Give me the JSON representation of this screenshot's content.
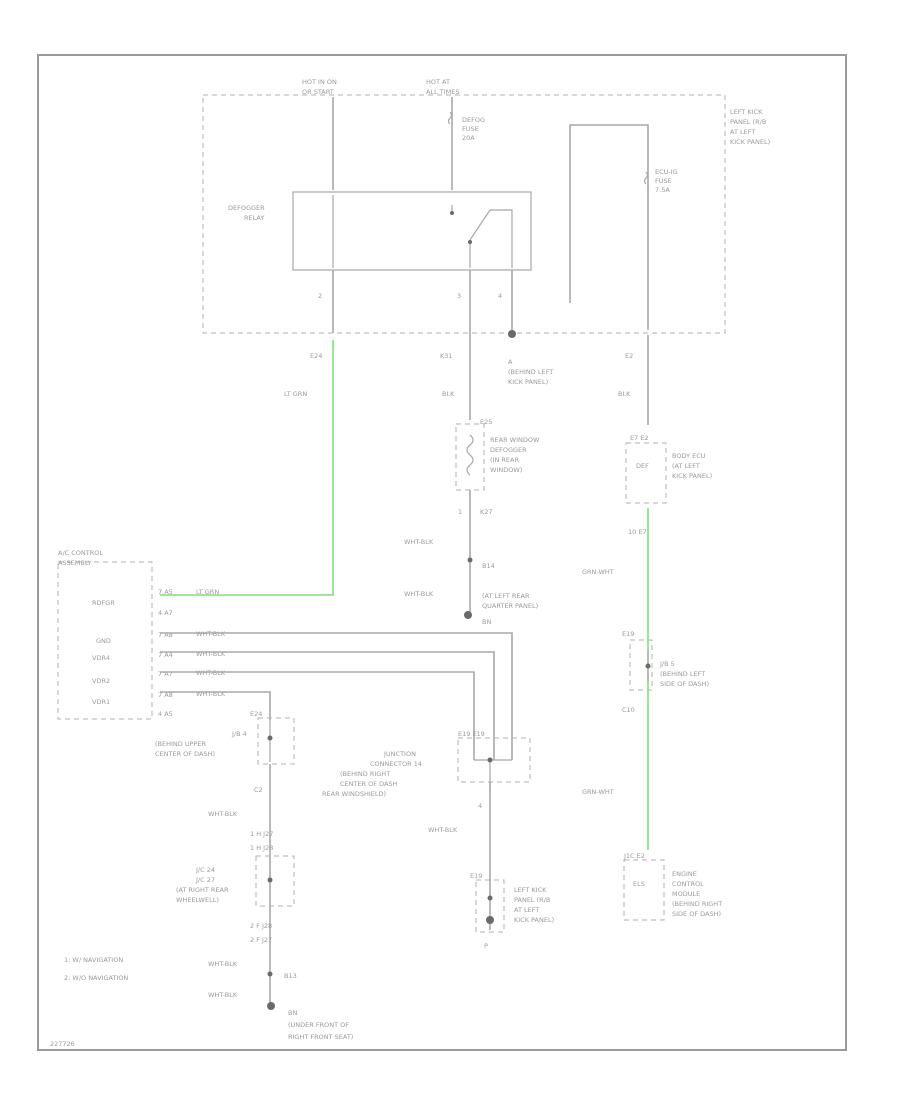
{
  "top": {
    "hot_run_start": [
      "HOT IN ON",
      "OR START"
    ],
    "hot_all_times": [
      "HOT AT",
      "ALL TIMES"
    ],
    "defog_fuse": [
      "DEFOG",
      "FUSE",
      "20A"
    ],
    "kick_panel": [
      "LEFT KICK",
      "PANEL (R/B",
      "AT LEFT",
      "KICK PANEL)"
    ],
    "ecu_fuse": [
      "ECU-IG",
      "FUSE",
      "7.5A"
    ],
    "relay": [
      "DEFOGGER",
      "RELAY"
    ],
    "pins": {
      "p2": "2",
      "p3": "3",
      "p4": "4"
    },
    "connectors": {
      "e24": "E24",
      "k31": "K31",
      "e2": "E2"
    },
    "ground_a": [
      "A",
      "(BEHIND LEFT",
      "KICK PANEL)"
    ]
  },
  "wires": {
    "lt_grn": "LT GRN",
    "blk": "BLK",
    "wht_blk": "WHT-BLK",
    "grn_wht": "GRN-WHT"
  },
  "defogger": {
    "conn": "E25",
    "label": [
      "REAR WINDOW",
      "DEFOGGER",
      "(IN REAR",
      "WINDOW)"
    ],
    "pin": "1",
    "conn2": "K27"
  },
  "body_ecu": {
    "conn": "E7  E2",
    "inner": "DEF",
    "label": [
      "BODY ECU",
      "(AT LEFT",
      "KICK PANEL)"
    ],
    "pins": "10   E7"
  },
  "ground_b14": {
    "conn": "B14",
    "label": [
      "(AT LEFT REAR",
      "QUARTER PANEL)"
    ],
    "id": "BN"
  },
  "ac": {
    "title": [
      "A/C CONTROL",
      "ASSEMBLY"
    ],
    "sigs": [
      "RDFGR",
      "GND",
      "VDR4",
      "VDR2",
      "VDR1"
    ],
    "pins": [
      "7 A5",
      "4 A7",
      "7 A8",
      "7 A4",
      "7 A7",
      "7 A8",
      "4 A5"
    ],
    "wire_labels": [
      "LT GRN",
      "WHT-BLK",
      "WHT-BLK",
      "WHT-BLK",
      "WHT-BLK"
    ]
  },
  "jb4": {
    "conn": "E24",
    "label": [
      "J/B 4",
      "(BEHIND UPPER",
      "CENTER OF DASH)"
    ],
    "conn2": "C2"
  },
  "junction": {
    "conn": "E19 E19",
    "label": [
      "JUNCTION",
      "CONNECTOR 14",
      "(BEHIND RIGHT",
      "CENTER OF DASH",
      "REAR WINDSHIELD)"
    ],
    "pin": "4"
  },
  "jb5": {
    "conn": "E19",
    "label": [
      "J/B 5",
      "(BEHIND LEFT",
      "SIDE OF DASH)"
    ],
    "conn2": "C10"
  },
  "jc": {
    "rows": [
      "1  H  J27",
      "1  H  J28",
      "2  F  J28",
      "2  F  J27"
    ],
    "label": [
      "J/C 24",
      "J/C 27",
      "(AT RIGHT REAR",
      "WHEELWELL)"
    ],
    "b13": "B13",
    "ground": [
      "BN",
      "(UNDER FRONT OF",
      "RIGHT FRONT SEAT)"
    ]
  },
  "left_kick2": {
    "conn": "E19",
    "label": [
      "LEFT KICK",
      "PANEL (R/B",
      "AT LEFT",
      "KICK PANEL)"
    ],
    "id": "P"
  },
  "ecm": {
    "conn": "J1C E2",
    "inner": "ELS",
    "label": [
      "ENGINE",
      "CONTROL",
      "MODULE",
      "(BEHIND RIGHT",
      "SIDE OF DASH)"
    ]
  },
  "notes": [
    "1: W/ NAVIGATION",
    "2: W/O NAVIGATION"
  ],
  "figure_id": "227726"
}
